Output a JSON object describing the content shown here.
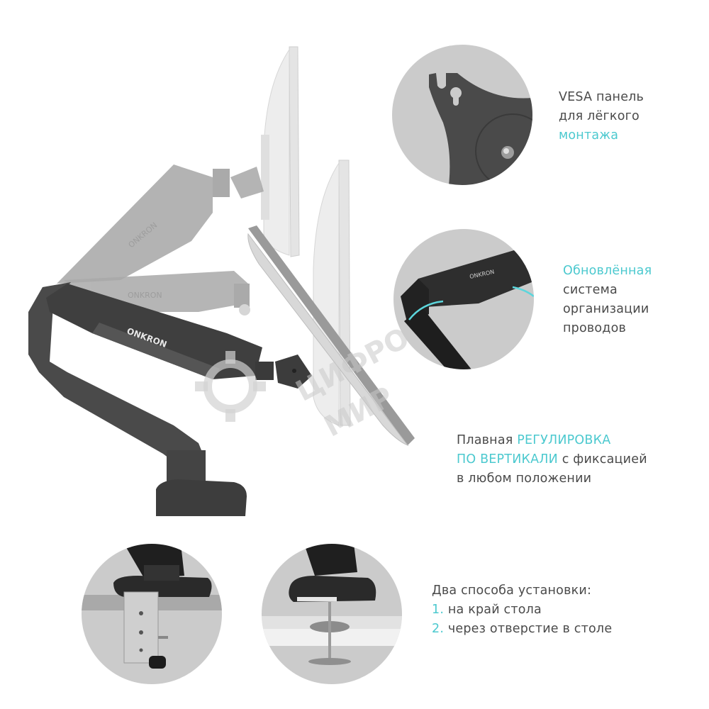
{
  "brand": "ONKRON",
  "colors": {
    "accent": "#4cc9cf",
    "text": "#4a4a4a",
    "circle_bg": "#cbcbcb",
    "arm_dark": "#3f3f3f",
    "arm_ghost": "#9a9a9a"
  },
  "watermark": {
    "line1": "ЦИФРОВОЙ",
    "line2": "МИР",
    "icon": "gear-icon"
  },
  "features": [
    {
      "id": "vesa",
      "icon": "vesa-plate-closeup",
      "lines": [
        [
          {
            "text": "VESA панель",
            "accent": false
          }
        ],
        [
          {
            "text": "для лёгкого",
            "accent": false
          }
        ],
        [
          {
            "text": "монтажа",
            "accent": true
          }
        ]
      ]
    },
    {
      "id": "cables",
      "icon": "cable-management-closeup",
      "lines": [
        [
          {
            "text": "Обновлённая",
            "accent": true
          }
        ],
        [
          {
            "text": "система",
            "accent": false
          }
        ],
        [
          {
            "text": "организации",
            "accent": false
          }
        ],
        [
          {
            "text": "проводов",
            "accent": false
          }
        ]
      ]
    },
    {
      "id": "vertical",
      "lines": [
        [
          {
            "text": "Плавная ",
            "accent": false
          },
          {
            "text": "РЕГУЛИРОВКА",
            "accent": true
          }
        ],
        [
          {
            "text": "ПО ВЕРТИКАЛИ",
            "accent": true
          },
          {
            "text": " с фиксацией",
            "accent": false
          }
        ],
        [
          {
            "text": "в любом положении",
            "accent": false
          }
        ]
      ]
    },
    {
      "id": "mounting",
      "icons": [
        "desk-clamp-closeup",
        "grommet-mount-closeup"
      ],
      "lines": [
        [
          {
            "text": "Два способа установки:",
            "accent": false
          }
        ],
        [
          {
            "text": "1.",
            "accent": true
          },
          {
            "text": " на край стола",
            "accent": false
          }
        ],
        [
          {
            "text": "2.",
            "accent": true
          },
          {
            "text": " через отверстие в столе",
            "accent": false
          }
        ]
      ]
    }
  ]
}
